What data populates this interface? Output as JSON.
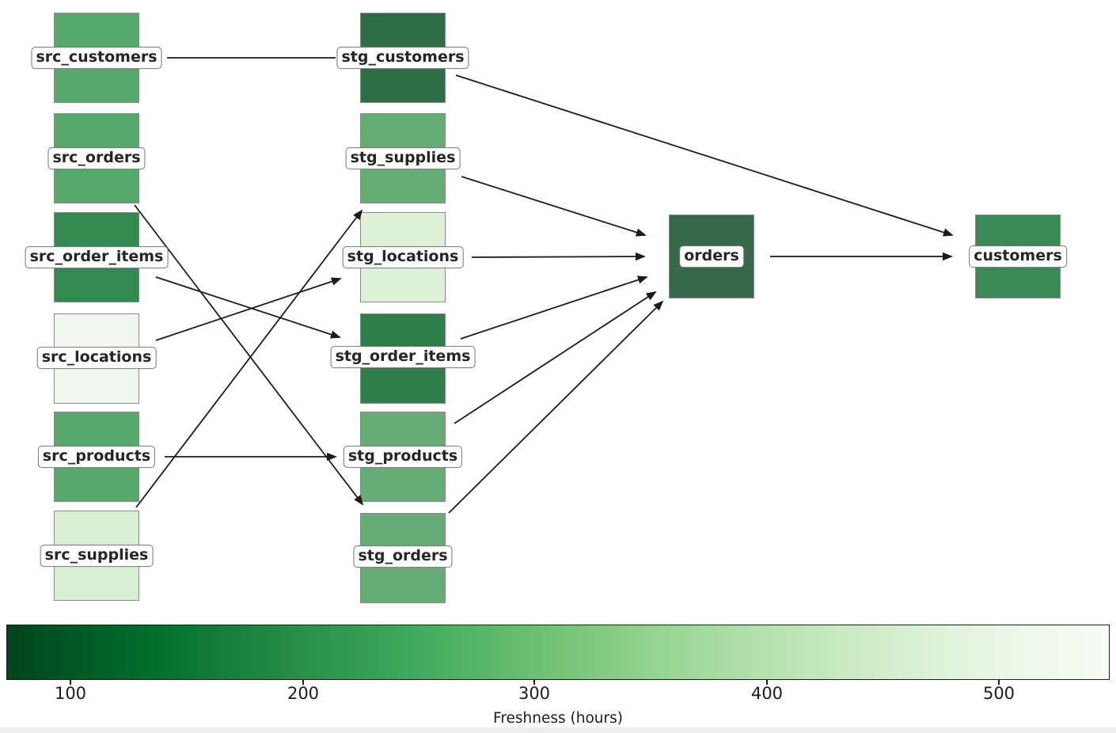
{
  "diagram": {
    "type": "dag-lineage",
    "background_color": "#ffffff",
    "edge_color": "#1c1c1c",
    "node_border_color": "#8a8a8a",
    "label_background": "#ffffff",
    "label_border_color": "#757575",
    "label_text_color": "#262626"
  },
  "nodes": [
    {
      "id": "src_customers",
      "label": "src_customers",
      "color": "#55aa6b"
    },
    {
      "id": "src_orders",
      "label": "src_orders",
      "color": "#55aa6b"
    },
    {
      "id": "src_order_items",
      "label": "src_order_items",
      "color": "#338a50"
    },
    {
      "id": "src_locations",
      "label": "src_locations",
      "color": "#f1f7ef"
    },
    {
      "id": "src_products",
      "label": "src_products",
      "color": "#58a86b"
    },
    {
      "id": "src_supplies",
      "label": "src_supplies",
      "color": "#d8efd3"
    },
    {
      "id": "stg_customers",
      "label": "stg_customers",
      "color": "#2e6e44"
    },
    {
      "id": "stg_supplies",
      "label": "stg_supplies",
      "color": "#64ad73"
    },
    {
      "id": "stg_locations",
      "label": "stg_locations",
      "color": "#def1d9"
    },
    {
      "id": "stg_order_items",
      "label": "stg_order_items",
      "color": "#2f7d49"
    },
    {
      "id": "stg_products",
      "label": "stg_products",
      "color": "#66ac76"
    },
    {
      "id": "stg_orders",
      "label": "stg_orders",
      "color": "#66ac76"
    },
    {
      "id": "orders",
      "label": "orders",
      "color": "#35694a"
    },
    {
      "id": "customers",
      "label": "customers",
      "color": "#3a8a55"
    }
  ],
  "edges": [
    {
      "from": "src_customers",
      "to": "stg_customers"
    },
    {
      "from": "src_orders",
      "to": "stg_orders"
    },
    {
      "from": "src_order_items",
      "to": "stg_order_items"
    },
    {
      "from": "src_locations",
      "to": "stg_locations"
    },
    {
      "from": "src_products",
      "to": "stg_products"
    },
    {
      "from": "src_supplies",
      "to": "stg_supplies"
    },
    {
      "from": "stg_customers",
      "to": "customers"
    },
    {
      "from": "stg_supplies",
      "to": "orders"
    },
    {
      "from": "stg_locations",
      "to": "orders"
    },
    {
      "from": "stg_order_items",
      "to": "orders"
    },
    {
      "from": "stg_products",
      "to": "orders"
    },
    {
      "from": "stg_orders",
      "to": "orders"
    },
    {
      "from": "orders",
      "to": "customers"
    }
  ],
  "colorbar": {
    "label": "Freshness (hours)",
    "ticks": [
      "100",
      "200",
      "300",
      "400",
      "500"
    ],
    "colormap": "Greens reversed (dark = fresh, light = stale)",
    "min_color": "#00441b",
    "max_color": "#f7fcf5",
    "gradient_css": "linear-gradient(90deg,#00441b 0%,#006d2c 12.5%,#238b45 25%,#41ab5d 37.5%,#74c476 50%,#a1d99b 62.5%,#c7e9c0 75%,#e5f5e0 87.5%,#f7fcf5 100%)"
  }
}
